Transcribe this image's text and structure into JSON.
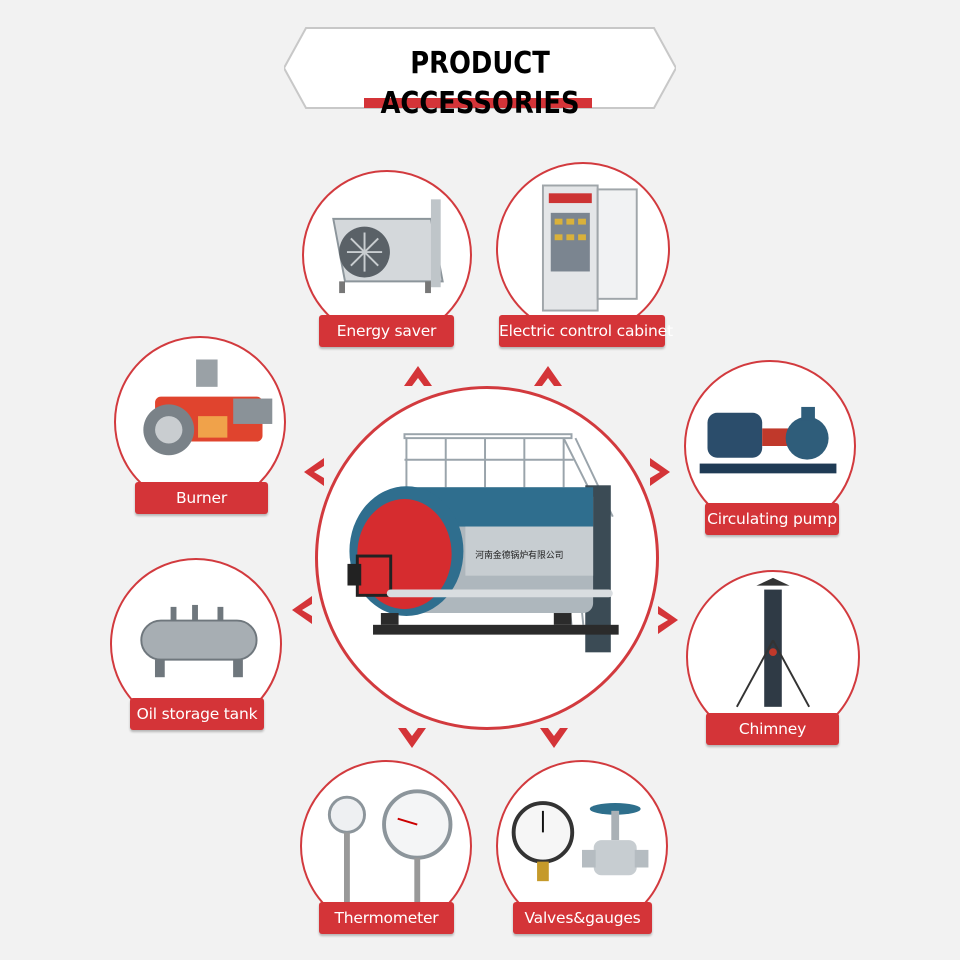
{
  "title": "PRODUCT ACCESSORIES",
  "center": {
    "boiler_text": "河南金德锅炉有限公司"
  },
  "accessories": [
    {
      "label": "Energy saver",
      "icon": "energy-saver-icon"
    },
    {
      "label": "Electric control cabinet",
      "icon": "control-cabinet-icon"
    },
    {
      "label": "Burner",
      "icon": "burner-icon"
    },
    {
      "label": "Circulating pump",
      "icon": "pump-icon"
    },
    {
      "label": "Oil storage tank",
      "icon": "tank-icon"
    },
    {
      "label": "Chimney",
      "icon": "chimney-icon"
    },
    {
      "label": "Thermometer",
      "icon": "thermometer-icon"
    },
    {
      "label": "Valves&gauges",
      "icon": "valve-gauge-icon"
    }
  ],
  "colors": {
    "accent": "#d43438",
    "background": "#f2f2f2",
    "boiler_blue": "#2f6e8e"
  }
}
